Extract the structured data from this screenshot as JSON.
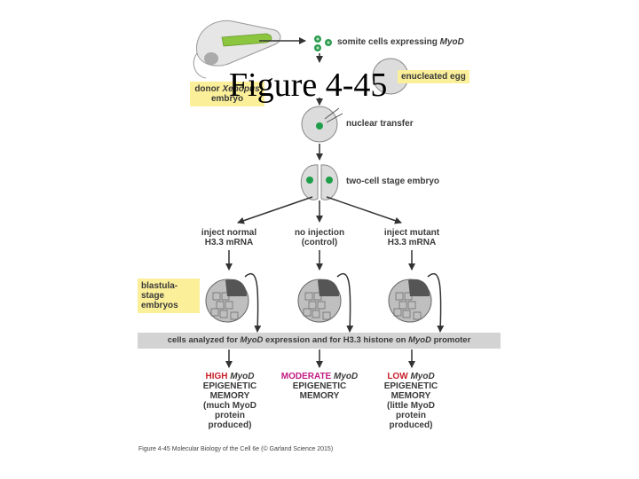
{
  "slide_title": "Figure 4-45",
  "donor": {
    "line1_prefix": "donor ",
    "line1_italic": "Xenopus",
    "line2": "embryo"
  },
  "somite": {
    "prefix": "somite cells expressing ",
    "gene": "MyoD"
  },
  "egg": "enucleated egg",
  "nuclear_transfer": "nuclear transfer",
  "two_cell": "two-cell stage embryo",
  "branches": [
    {
      "line1": "inject normal",
      "line2": "H3.3 mRNA"
    },
    {
      "line1": "no injection",
      "line2": "(control)"
    },
    {
      "line1": "inject mutant",
      "line2": "H3.3 mRNA"
    }
  ],
  "blastula": {
    "line1": "blastula-",
    "line2": "stage",
    "line3": "embryos"
  },
  "analysis_bar": {
    "part1": "cells analyzed for ",
    "gene1": "MyoD",
    "part2": " expression and for H3.3 histone on ",
    "gene2": "MyoD",
    "part3": " promoter"
  },
  "outcomes": [
    {
      "level": "HIGH",
      "gene": "MyoD",
      "line2": "EPIGENETIC",
      "line3": "MEMORY",
      "line4": "(much MyoD",
      "line5": "protein",
      "line6": "produced)"
    },
    {
      "level": "MODERATE",
      "gene": "MyoD",
      "line2": "EPIGENETIC",
      "line3": "MEMORY"
    },
    {
      "level": "LOW",
      "gene": "MyoD",
      "line2": "EPIGENETIC",
      "line3": "MEMORY",
      "line4": "(little MyoD",
      "line5": "protein",
      "line6": "produced)"
    }
  ],
  "caption": "Figure 4-45  Molecular Biology of the Cell 6e (© Garland Science 2015)",
  "colors": {
    "green": "#1f9e4a",
    "label_highlight": "#fbef9a",
    "bar": "#d3d3d3",
    "high": "#c8202a",
    "moderate": "#c11a82",
    "low": "#c8202a"
  }
}
